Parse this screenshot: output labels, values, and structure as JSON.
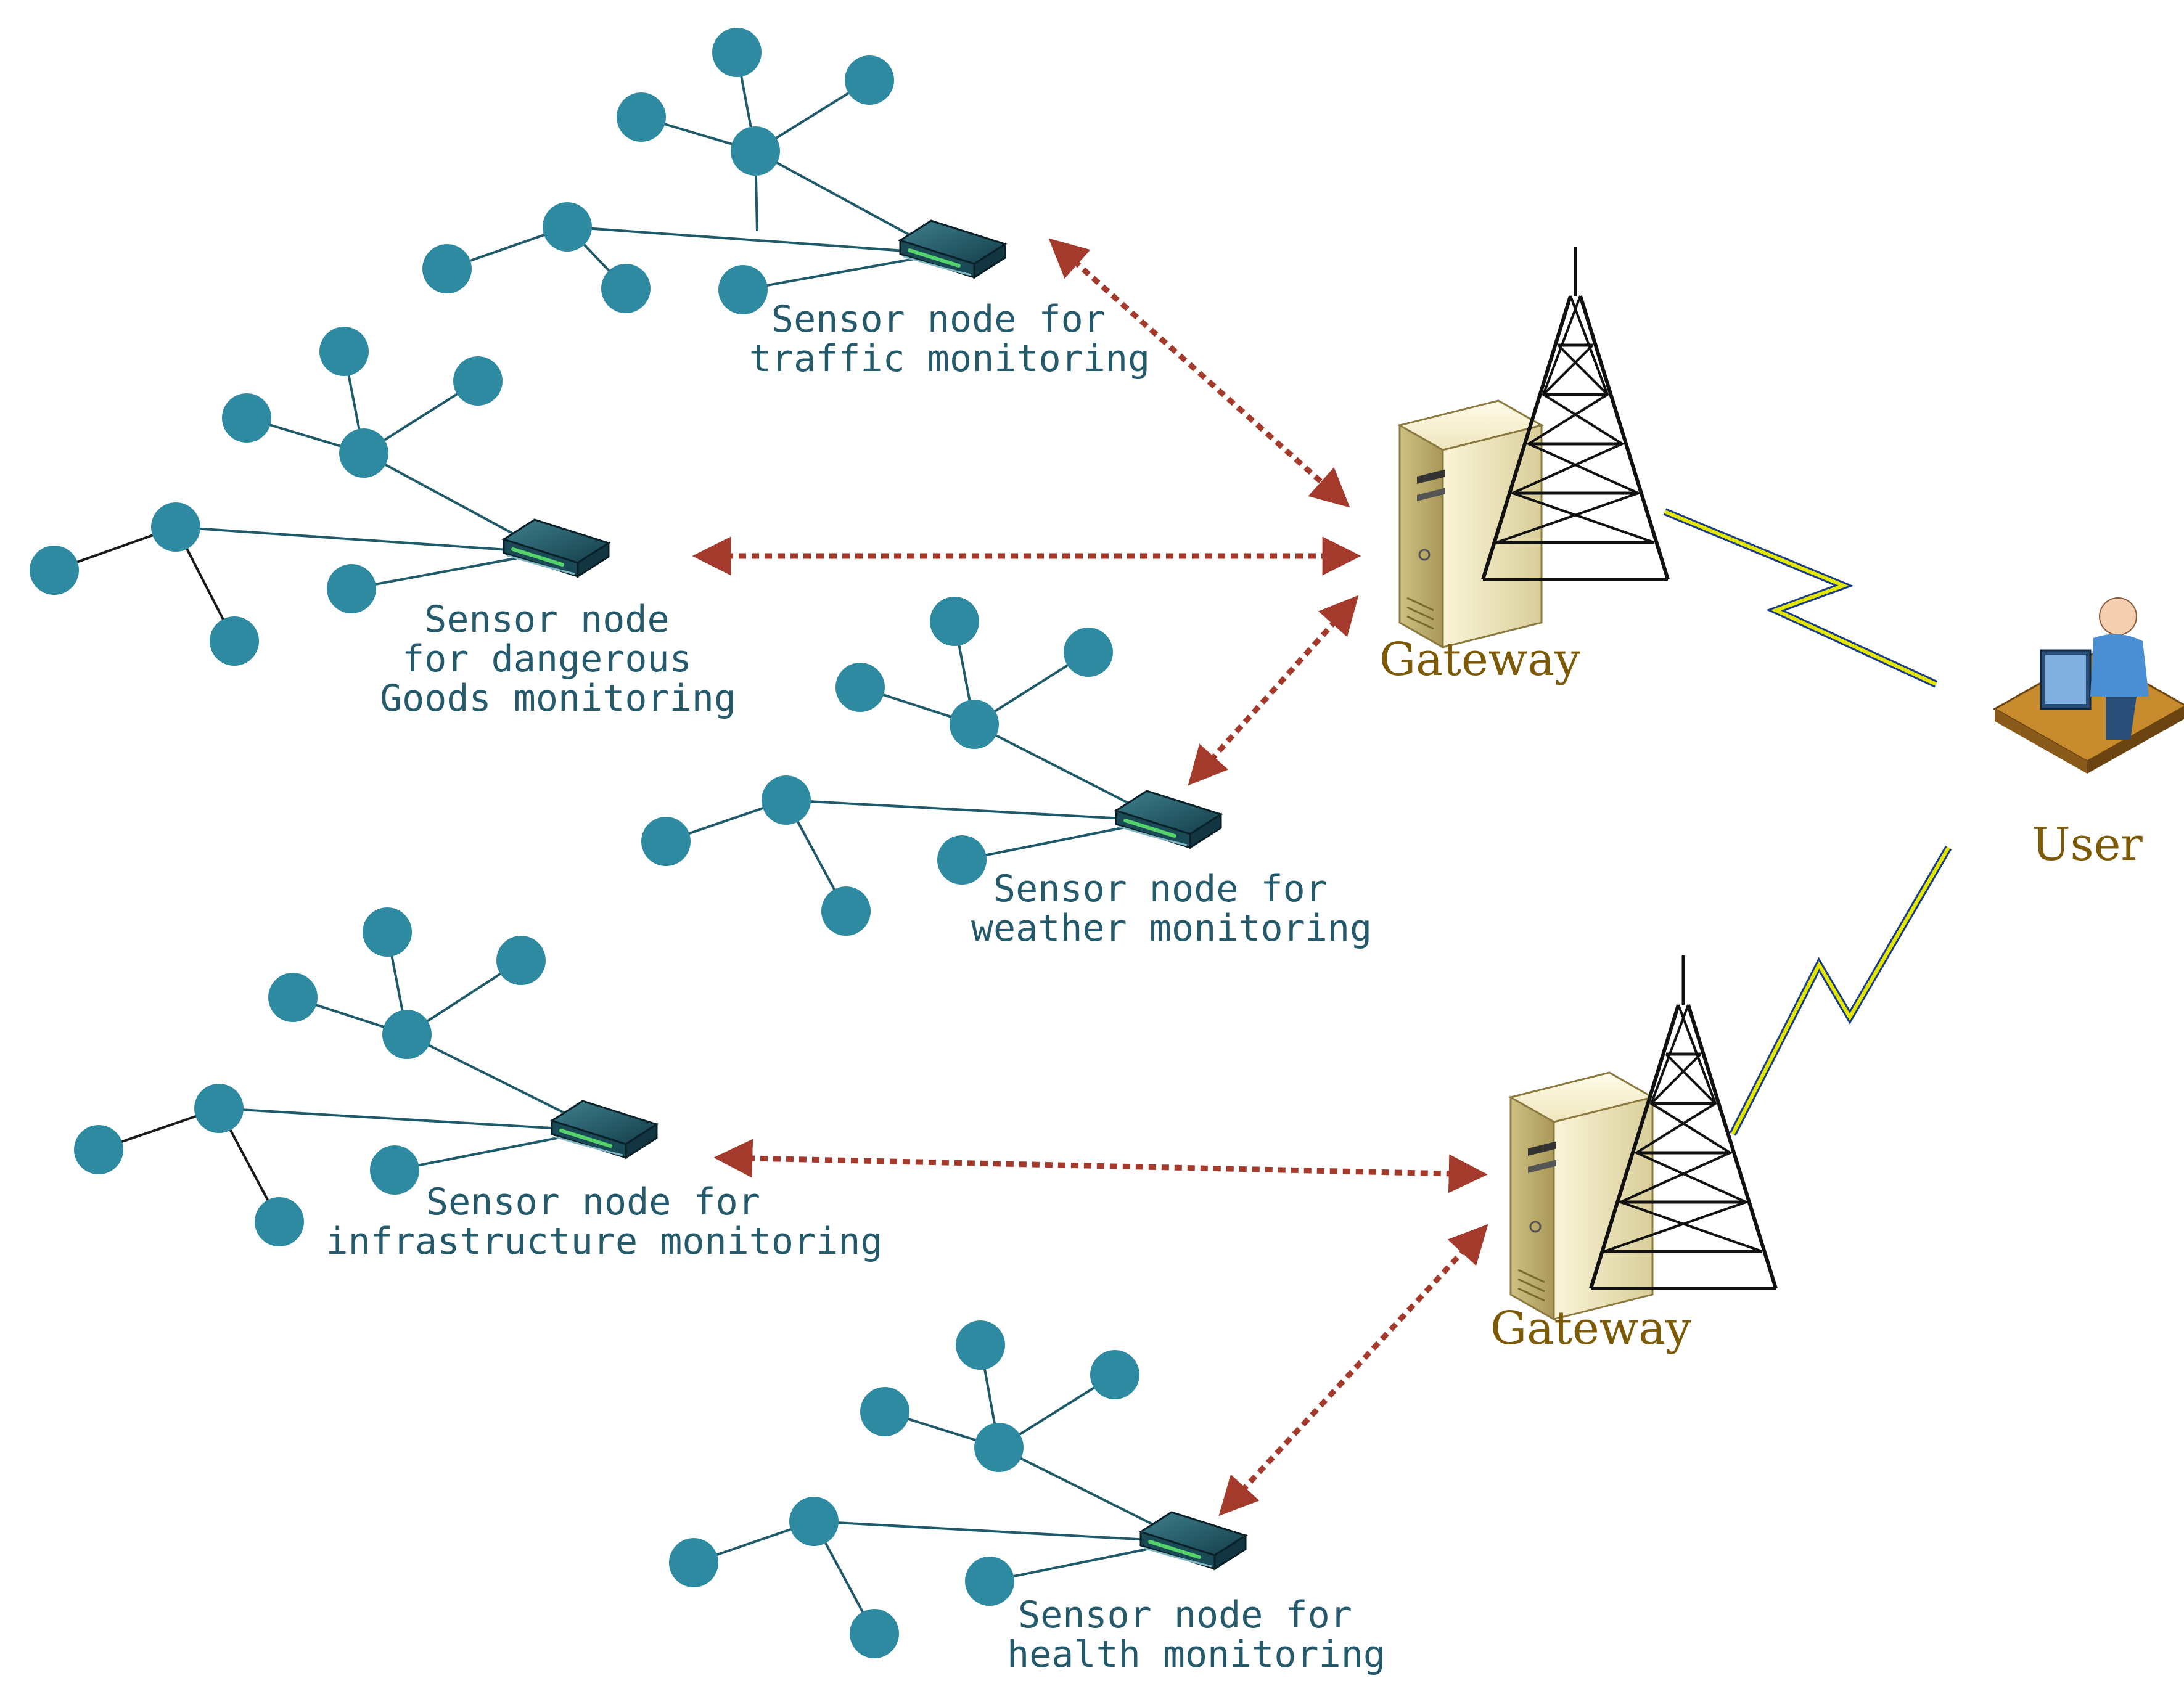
{
  "colors": {
    "node": "#2e8aa0",
    "edge_cluster": "#1f5a6a",
    "edge_dark": "#1a1a1a",
    "arrow": "#a33a2c",
    "gateway_label": "#7d5a06",
    "sensor_label": "#245a6b",
    "wireless_link": "#e3e600",
    "wireless_outline": "#1a3b8a"
  },
  "sensor_nodes": [
    {
      "id": "traffic",
      "lines": [
        "Sensor node for",
        "traffic monitoring"
      ]
    },
    {
      "id": "dangerous",
      "lines": [
        "Sensor node",
        "for dangerous",
        "Goods monitoring"
      ]
    },
    {
      "id": "weather",
      "lines": [
        "Sensor node for",
        "weather monitoring"
      ]
    },
    {
      "id": "infrastructure",
      "lines": [
        "Sensor node for",
        "infrastructure monitoring"
      ]
    },
    {
      "id": "health",
      "lines": [
        "Sensor node for",
        "health monitoring"
      ]
    }
  ],
  "gateways": [
    {
      "id": "gateway-1",
      "label": "Gateway"
    },
    {
      "id": "gateway-2",
      "label": "Gateway"
    }
  ],
  "user": {
    "label": "User",
    "icon": "user-workstation-icon"
  },
  "icons": {
    "sensor": "router-icon",
    "gateway_server": "server-icon",
    "gateway_tower": "antenna-tower-icon",
    "wireless": "lightning-link-icon"
  }
}
